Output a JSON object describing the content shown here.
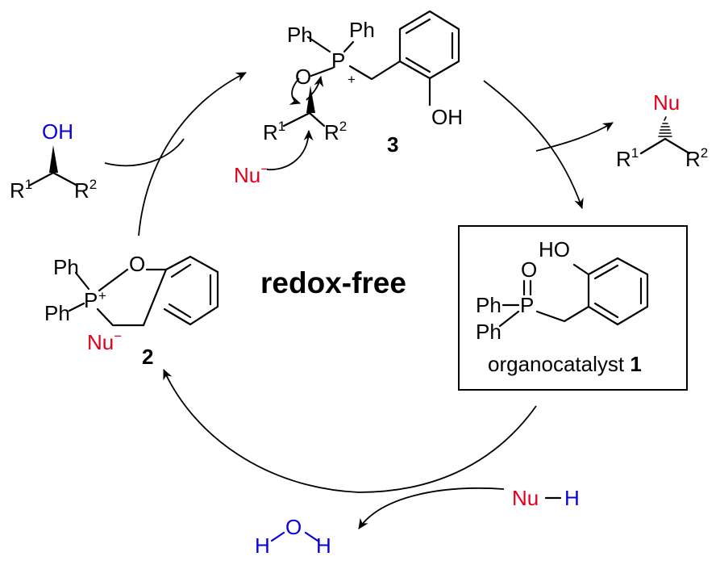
{
  "title": "redox-free",
  "catalyst": {
    "caption": "organocatalyst",
    "number": "1",
    "atoms": {
      "hydroxyl": "HO",
      "oxygen": "O",
      "phosphorus": "P",
      "phenyl_a": "Ph",
      "phenyl_b": "Ph"
    }
  },
  "intermediate3": {
    "number": "3",
    "atoms": {
      "phenyl_a": "Ph",
      "phenyl_b": "Ph",
      "phosphorus": "P",
      "plus": "+",
      "oxygen": "O",
      "hydroxyl": "OH",
      "r1": "R",
      "r1_sup": "1",
      "r2": "R",
      "r2_sup": "2"
    },
    "nucleophile": "Nu",
    "nucleophile_charge": "−"
  },
  "intermediate2": {
    "number": "2",
    "atoms": {
      "phenyl_a": "Ph",
      "phenyl_b": "Ph",
      "phosphorus": "P",
      "plus": "+",
      "oxygen": "O"
    },
    "nucleophile": "Nu",
    "nucleophile_charge": "−"
  },
  "substrate": {
    "hydroxyl": "OH",
    "r1": "R",
    "r1_sup": "1",
    "r2": "R",
    "r2_sup": "2"
  },
  "product": {
    "nucleophile": "Nu",
    "r1": "R",
    "r1_sup": "1",
    "r2": "R",
    "r2_sup": "2"
  },
  "reagent": {
    "nu": "Nu",
    "h": "H"
  },
  "byproduct": {
    "h_left": "H",
    "oxygen": "O",
    "h_right": "H"
  },
  "colors": {
    "nucleophile": "#e0001b",
    "hydroxyl": "#0a00d8",
    "ink": "#000000"
  }
}
